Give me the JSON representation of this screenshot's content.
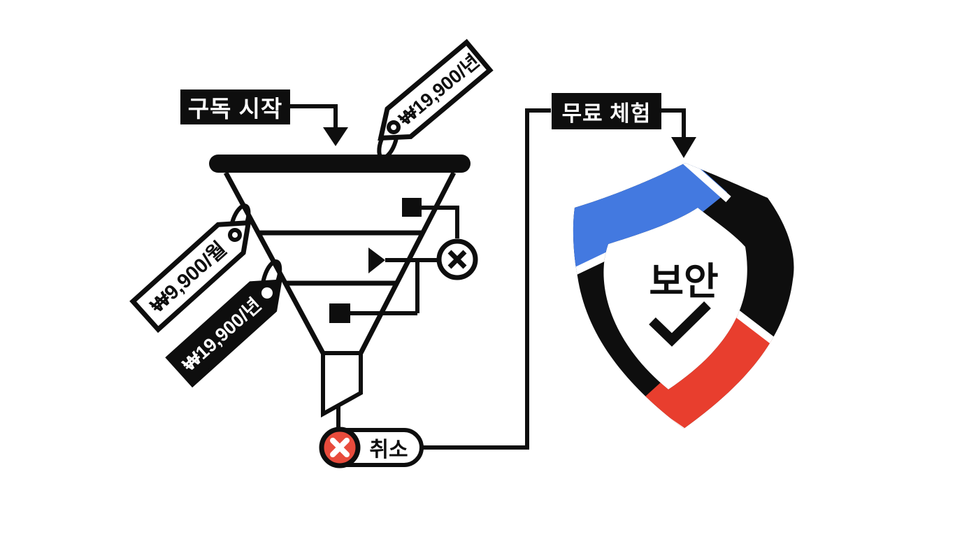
{
  "colors": {
    "ink": "#0e0e0e",
    "background": "#ffffff",
    "shield_blue": "#4379E0",
    "shield_red": "#E83E2E",
    "cancel_red": "#E84B3C"
  },
  "flow": {
    "subscribe_start_label": "구독 시작",
    "free_trial_label": "무료 체험",
    "cancel_label": "취소",
    "security_label": "보안"
  },
  "price_tags": {
    "annual_top": "₩19,900/년",
    "monthly_left": "₩9,900/월",
    "annual_dark_left": "₩19,900/년"
  }
}
